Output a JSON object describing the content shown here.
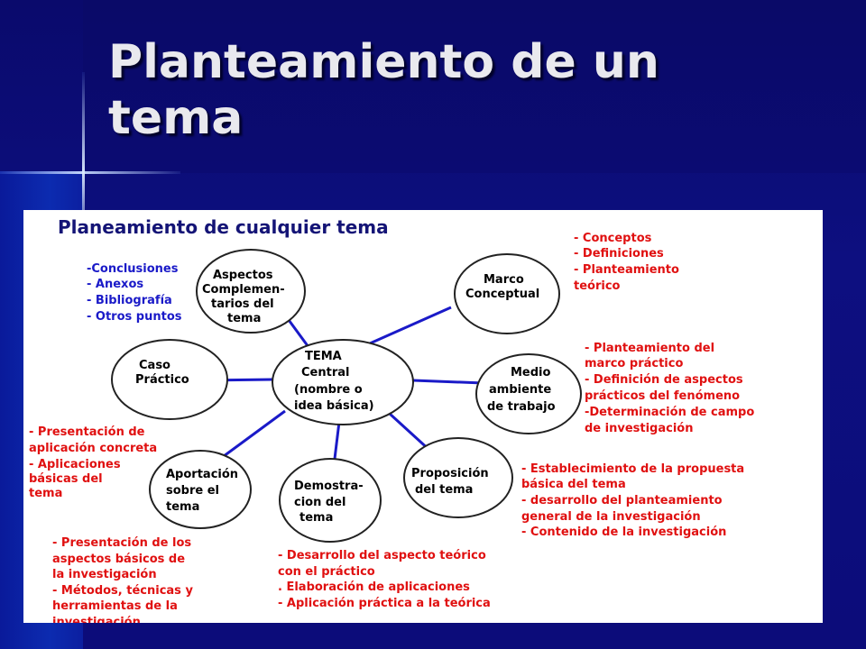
{
  "slide": {
    "title_line1": "Planteamiento de un",
    "title_line2": "tema"
  },
  "diagram": {
    "title": "Planeamiento de cualquier tema",
    "center": [
      "TEMA",
      "Central",
      "(nombre o",
      "idea básica)"
    ],
    "marco": [
      "Marco",
      "Conceptual"
    ],
    "medio": [
      "Medio",
      "ambiente",
      "de trabajo"
    ],
    "proposicion": [
      "Proposición",
      "del tema"
    ],
    "demostracion": [
      "Demostra-",
      "cion del",
      "tema"
    ],
    "aportacion": [
      "Aportación",
      "sobre el",
      "tema"
    ],
    "caso": [
      "Caso",
      "Práctico"
    ],
    "aspectos": [
      "Aspectos",
      "Complemen-",
      "tarios del",
      "tema"
    ],
    "notes": {
      "marco": [
        "- Conceptos",
        "- Definiciones",
        "-  Planteamiento",
        "   teórico"
      ],
      "medio": [
        "- Planteamiento del",
        "  marco práctico",
        "- Definición de aspectos",
        "  prácticos del fenómeno",
        "-Determinación de campo",
        "  de investigación"
      ],
      "proposicion": [
        "- Establecimiento de la propuesta",
        "  básica del tema",
        "- desarrollo del planteamiento",
        "  general de la investigación",
        " -  Contenido de la investigación"
      ],
      "demostracion": [
        "- Desarrollo del aspecto teórico",
        "  con el práctico",
        ". Elaboración de aplicaciones",
        "- Aplicación práctica a la teórica"
      ],
      "aportacion": [
        "- Presentación de los",
        "  aspectos básicos de",
        "  la investigación",
        "- Métodos, técnicas y",
        "  herramientas de la",
        "  investigación"
      ],
      "caso": [
        "- Presentación de",
        "  aplicación concreta",
        "- Aplicaciones",
        "  básicas del",
        "  tema"
      ],
      "aspectos": [
        "-Conclusiones",
        "- Anexos",
        "- Bibliografía",
        "- Otros puntos"
      ]
    },
    "colors": {
      "note_red": "#e01010",
      "note_blue": "#1a1ac8",
      "connector": "#1a1ac8",
      "title": "#141476"
    }
  }
}
